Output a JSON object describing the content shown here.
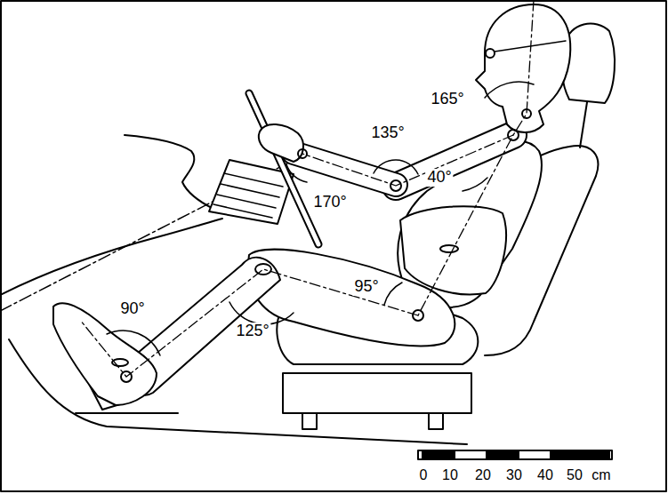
{
  "diagram": {
    "labels": [
      "165°",
      "135°",
      "40°",
      "170°",
      "95°",
      "90°",
      "125°",
      "0",
      "10",
      "20",
      "30",
      "40",
      "50",
      "cm"
    ]
  }
}
